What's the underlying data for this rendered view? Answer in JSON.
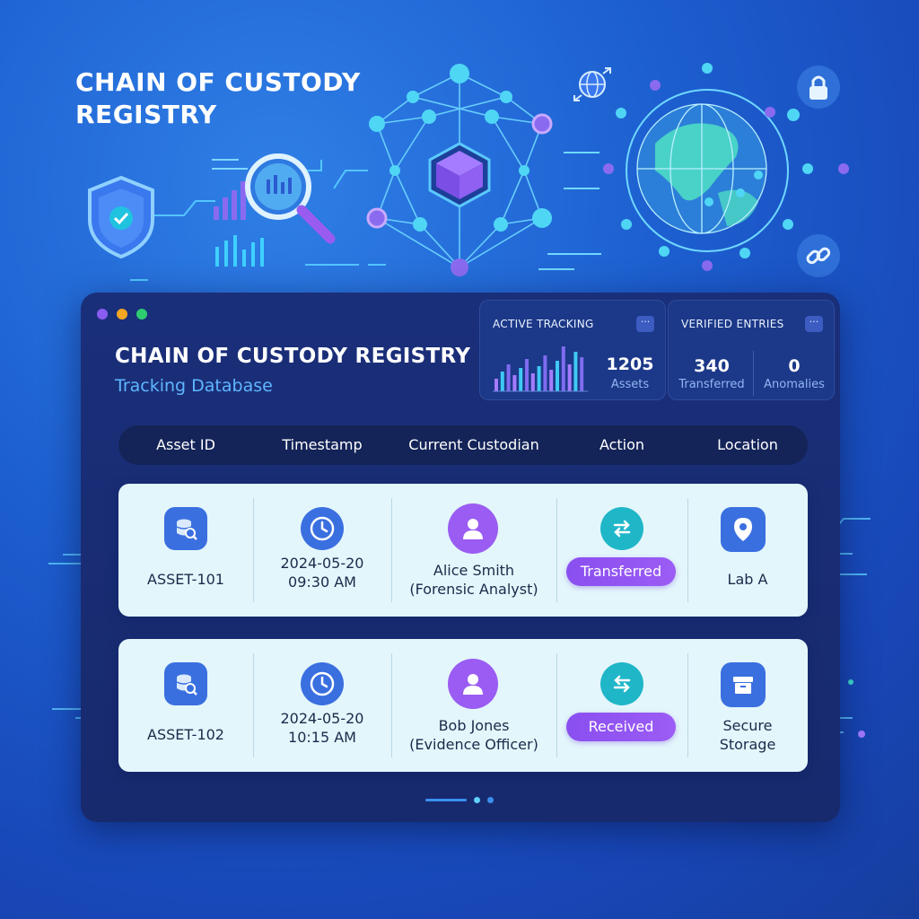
{
  "hero": {
    "title": "CHAIN OF CUSTODY\nREGISTRY"
  },
  "window": {
    "title": "CHAIN OF CUSTODY REGISTRY",
    "subtitle": "Tracking Database",
    "controls": [
      "close",
      "minimize",
      "maximize"
    ]
  },
  "stats": {
    "active_tracking": {
      "title": "ACTIVE TRACKING",
      "menu_label": "···",
      "value": "1205",
      "label": "Assets"
    },
    "verified_entries": {
      "title": "VERIFIED ENTRIES",
      "menu_label": "···",
      "transferred_value": "340",
      "transferred_label": "Transferred",
      "anomalies_value": "0",
      "anomalies_label": "Anomalies"
    }
  },
  "table": {
    "columns": [
      "Asset ID",
      "Timestamp",
      "Current Custodian",
      "Action",
      "Location"
    ],
    "rows": [
      {
        "asset_id": "ASSET-101",
        "timestamp_date": "2024-05-20",
        "timestamp_time": "09:30 AM",
        "custodian_name": "Alice Smith",
        "custodian_role": "(Forensic Analyst)",
        "action": "Transferred",
        "location": "Lab A",
        "location_icon": "map-pin-icon"
      },
      {
        "asset_id": "ASSET-102",
        "timestamp_date": "2024-05-20",
        "timestamp_time": "10:15 AM",
        "custodian_name": "Bob Jones",
        "custodian_role": "(Evidence Officer)",
        "action": "Received",
        "location_line1": "Secure",
        "location_line2": "Storage",
        "location_icon": "archive-box-icon"
      }
    ]
  },
  "colors": {
    "accent_purple": "#9c5cf5",
    "accent_teal": "#1fb6c8",
    "icon_blue": "#3a6fe0"
  }
}
